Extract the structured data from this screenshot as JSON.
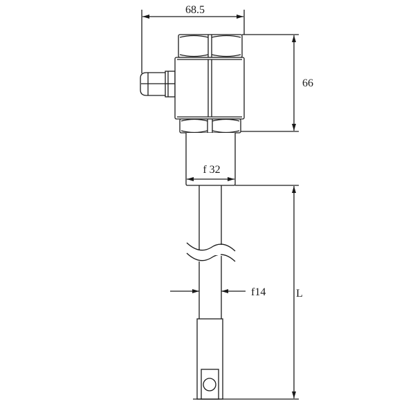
{
  "title": "Level switch dimension drawing",
  "dimensions": {
    "width": "68.5",
    "height": "66",
    "neck_diameter": "f 32",
    "rod_diameter": "f14",
    "length": "L"
  },
  "colors": {
    "line": "#1a1a1a",
    "background": "#ffffff"
  }
}
